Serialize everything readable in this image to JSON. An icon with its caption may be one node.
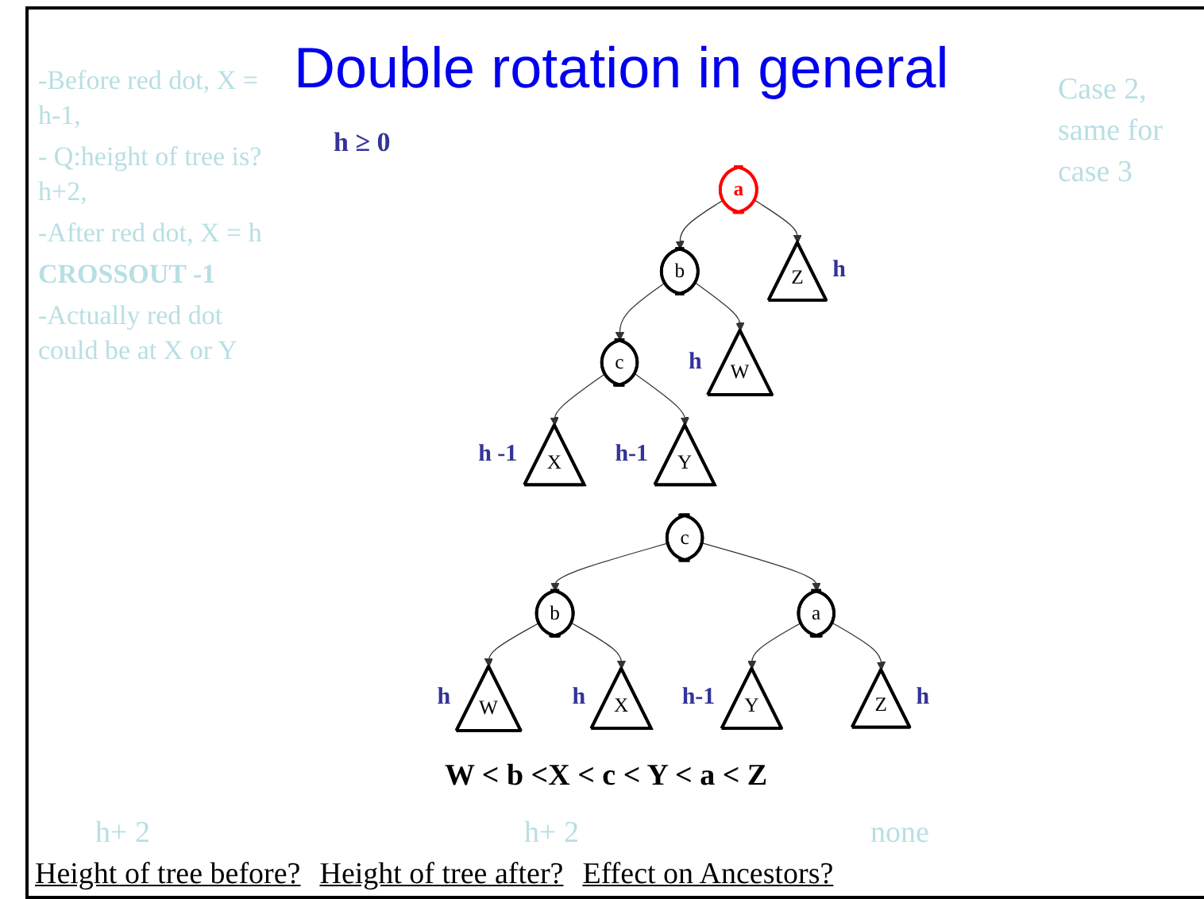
{
  "diagram": {
    "title": "Double rotation in general",
    "nodes": [
      {
        "text": [
          "a"
        ]
      },
      {
        "text": [
          "b"
        ]
      },
      {
        "text": [
          "c"
        ]
      },
      {
        "text": [
          "W"
        ],
        "beside": [
          "h"
        ]
      },
      {
        "text": [
          "X"
        ],
        "beside": [
          "h -1"
        ]
      },
      {
        "text": [
          "Y"
        ],
        "beside": [
          "h-1"
        ]
      },
      {
        "text": [
          "Z"
        ],
        "beside": [
          "h"
        ]
      },
      {
        "text": [
          "c"
        ]
      },
      {
        "text": [
          "b"
        ]
      },
      {
        "text": [
          "a"
        ]
      },
      {
        "text": [
          "W"
        ],
        "beside": [
          "h"
        ]
      },
      {
        "text": [
          "X"
        ],
        "beside": [
          "h"
        ]
      },
      {
        "text": [
          "Y"
        ],
        "beside": [
          "h-1"
        ]
      },
      {
        "text": [
          "Z"
        ],
        "beside": [
          "h"
        ]
      }
    ],
    "edges": [
      {
        "from": 0,
        "to": 1,
        "arrow": "to"
      },
      {
        "from": 0,
        "to": 6,
        "arrow": "to"
      },
      {
        "from": 1,
        "to": 3,
        "arrow": "to"
      },
      {
        "from": 1,
        "to": 2,
        "arrow": "to"
      },
      {
        "from": 2,
        "to": 4,
        "arrow": "to"
      },
      {
        "from": 2,
        "to": 5,
        "arrow": "to"
      },
      {
        "from": 7,
        "to": 8,
        "arrow": "to"
      },
      {
        "from": 7,
        "to": 9,
        "arrow": "to"
      },
      {
        "from": 8,
        "to": 10,
        "arrow": "to"
      },
      {
        "from": 8,
        "to": 11,
        "arrow": "to"
      },
      {
        "from": 9,
        "to": 12,
        "arrow": "to"
      },
      {
        "from": 9,
        "to": 13,
        "arrow": "to"
      }
    ],
    "labels": [
      "-Before red dot, X = h-1,",
      "- Q:height of tree is? h+2,",
      "-After red dot, X = h",
      "CROSSOUT -1",
      "-Actually red dot could be at X or Y",
      "h ≥ 0",
      "Case 2, same for case 3",
      "W < b <X < c < Y < a < Z",
      "h+ 2",
      "h+ 2",
      "none",
      "Height of tree before?",
      "Height of tree after?",
      "Effect on Ancestors?"
    ]
  }
}
